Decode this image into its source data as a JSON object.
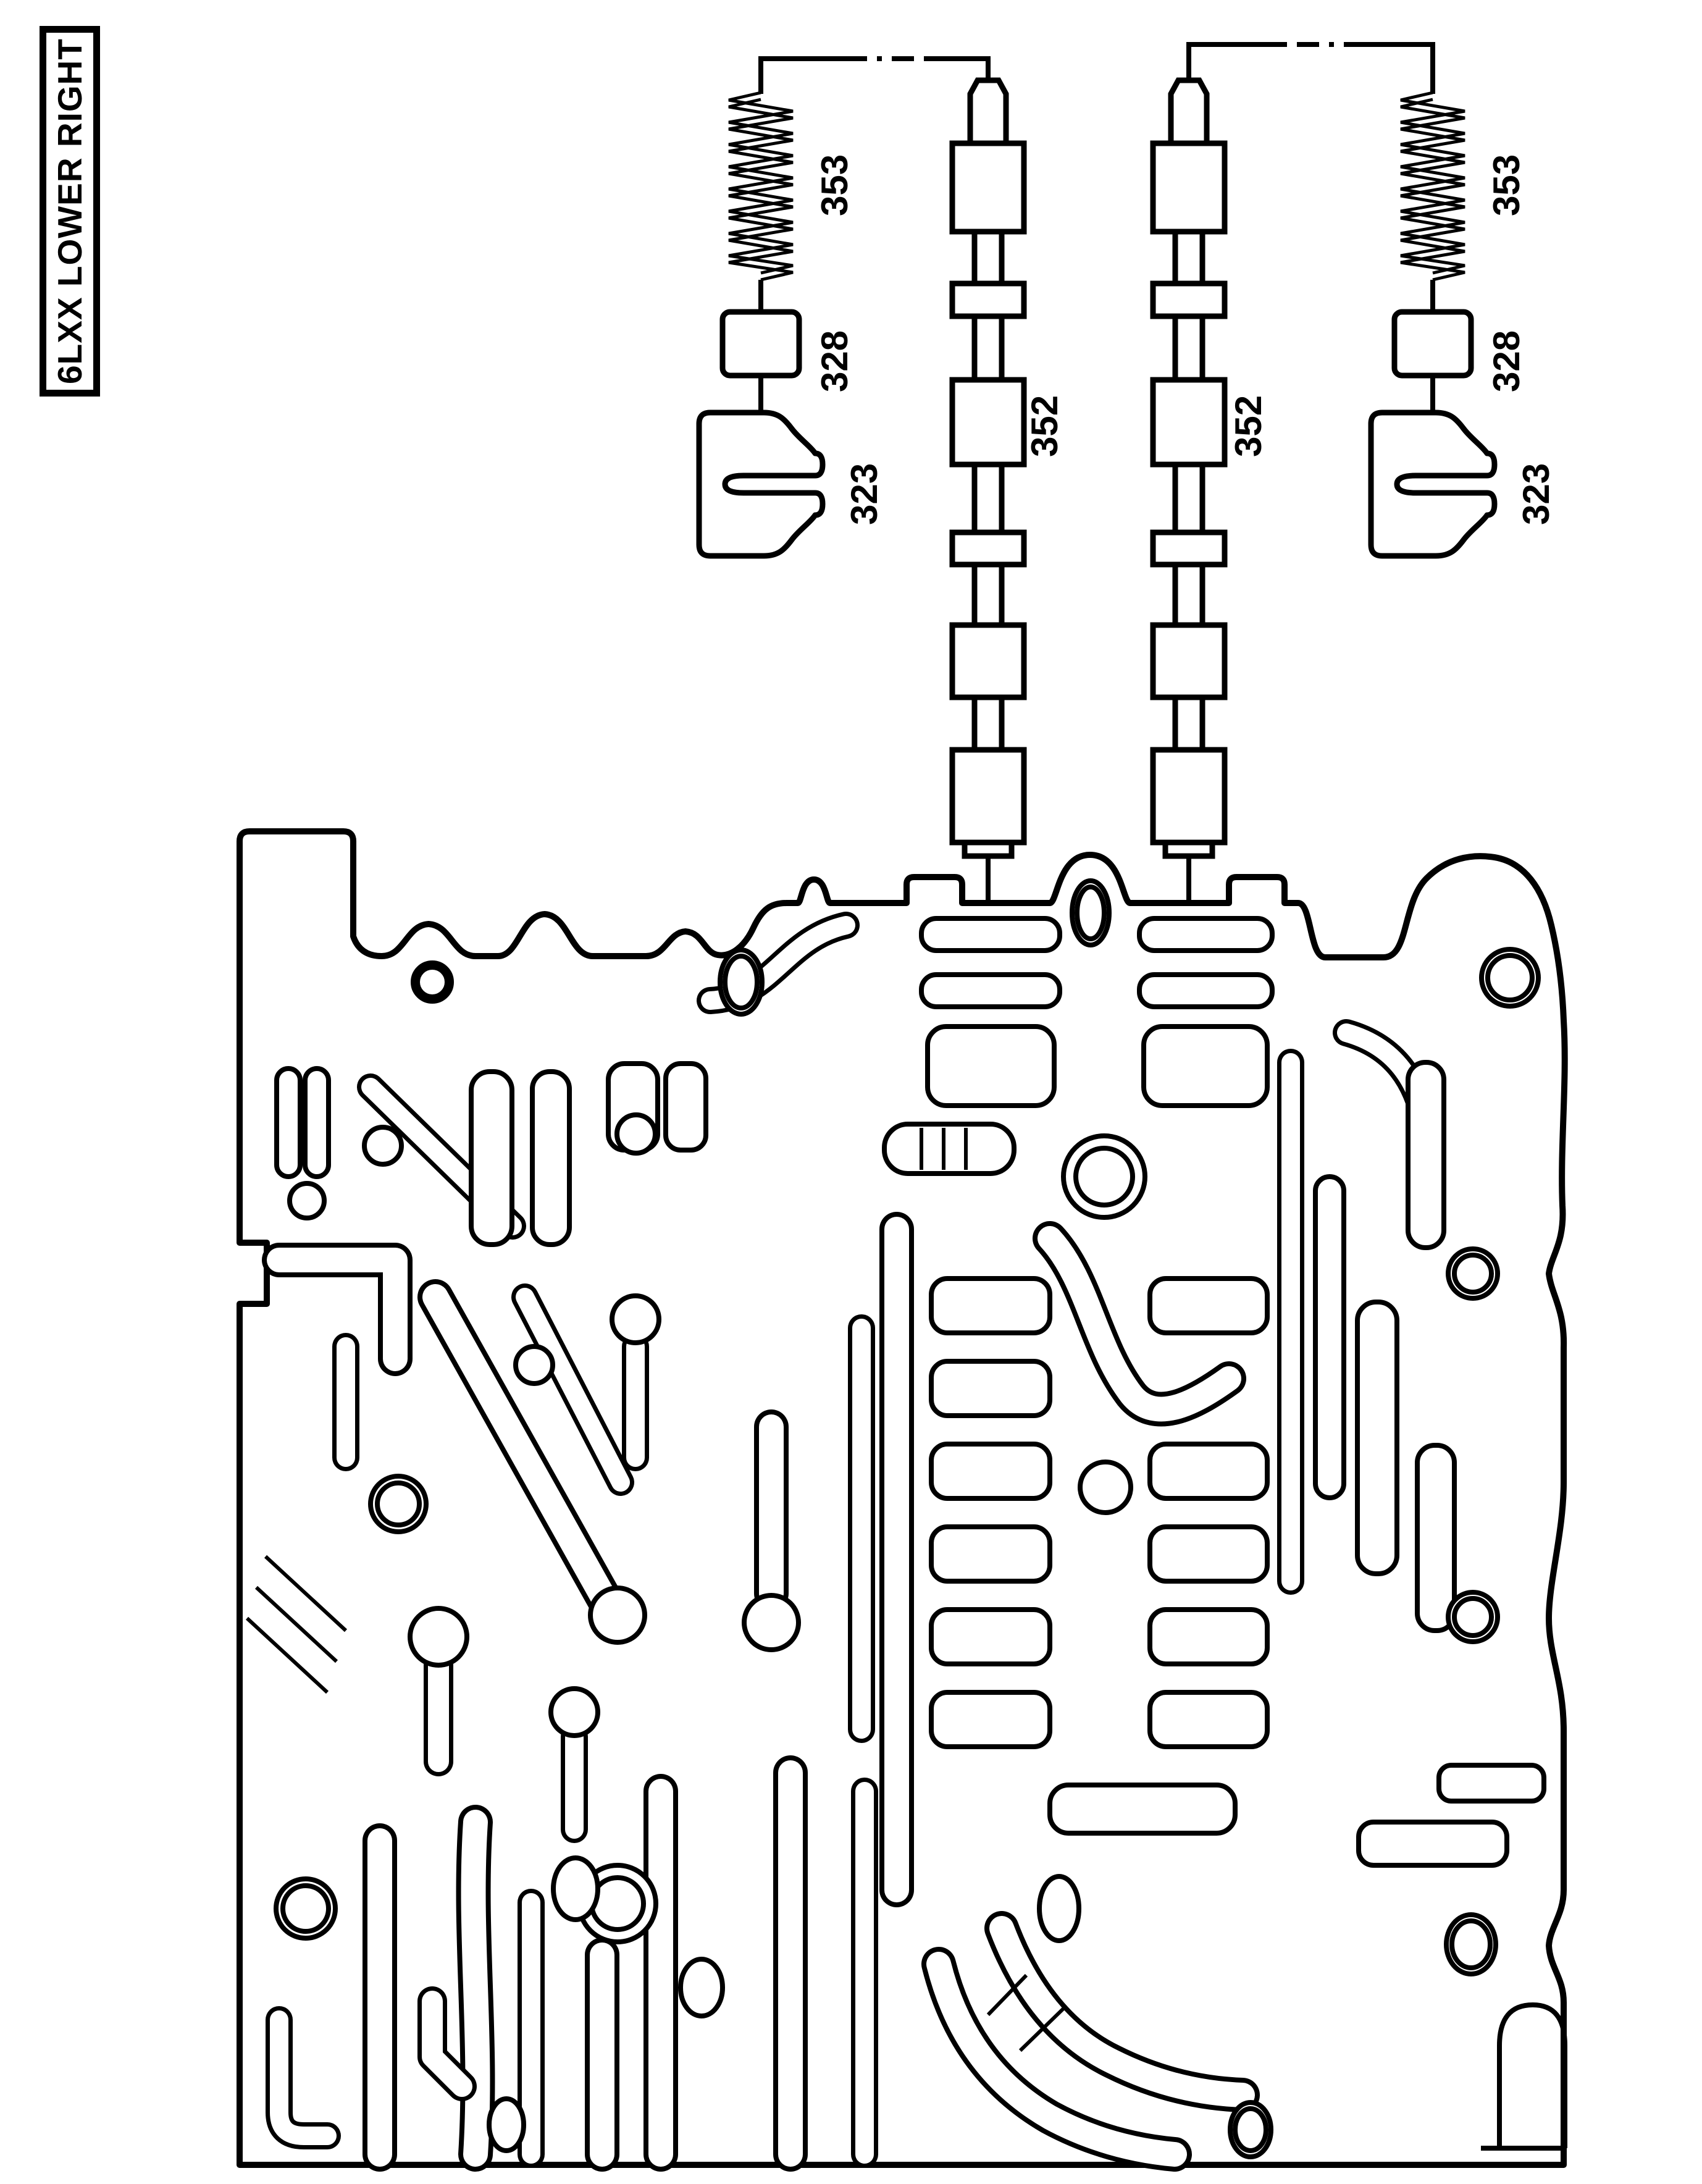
{
  "title": "6LXX LOWER RIGHT",
  "parts": {
    "left": {
      "spring": "353",
      "seat": "328",
      "clip": "323",
      "valve": "352"
    },
    "right": {
      "spring": "353",
      "seat": "328",
      "clip": "323",
      "valve": "352"
    }
  },
  "colors": {
    "line": "#000000",
    "background": "#ffffff"
  }
}
